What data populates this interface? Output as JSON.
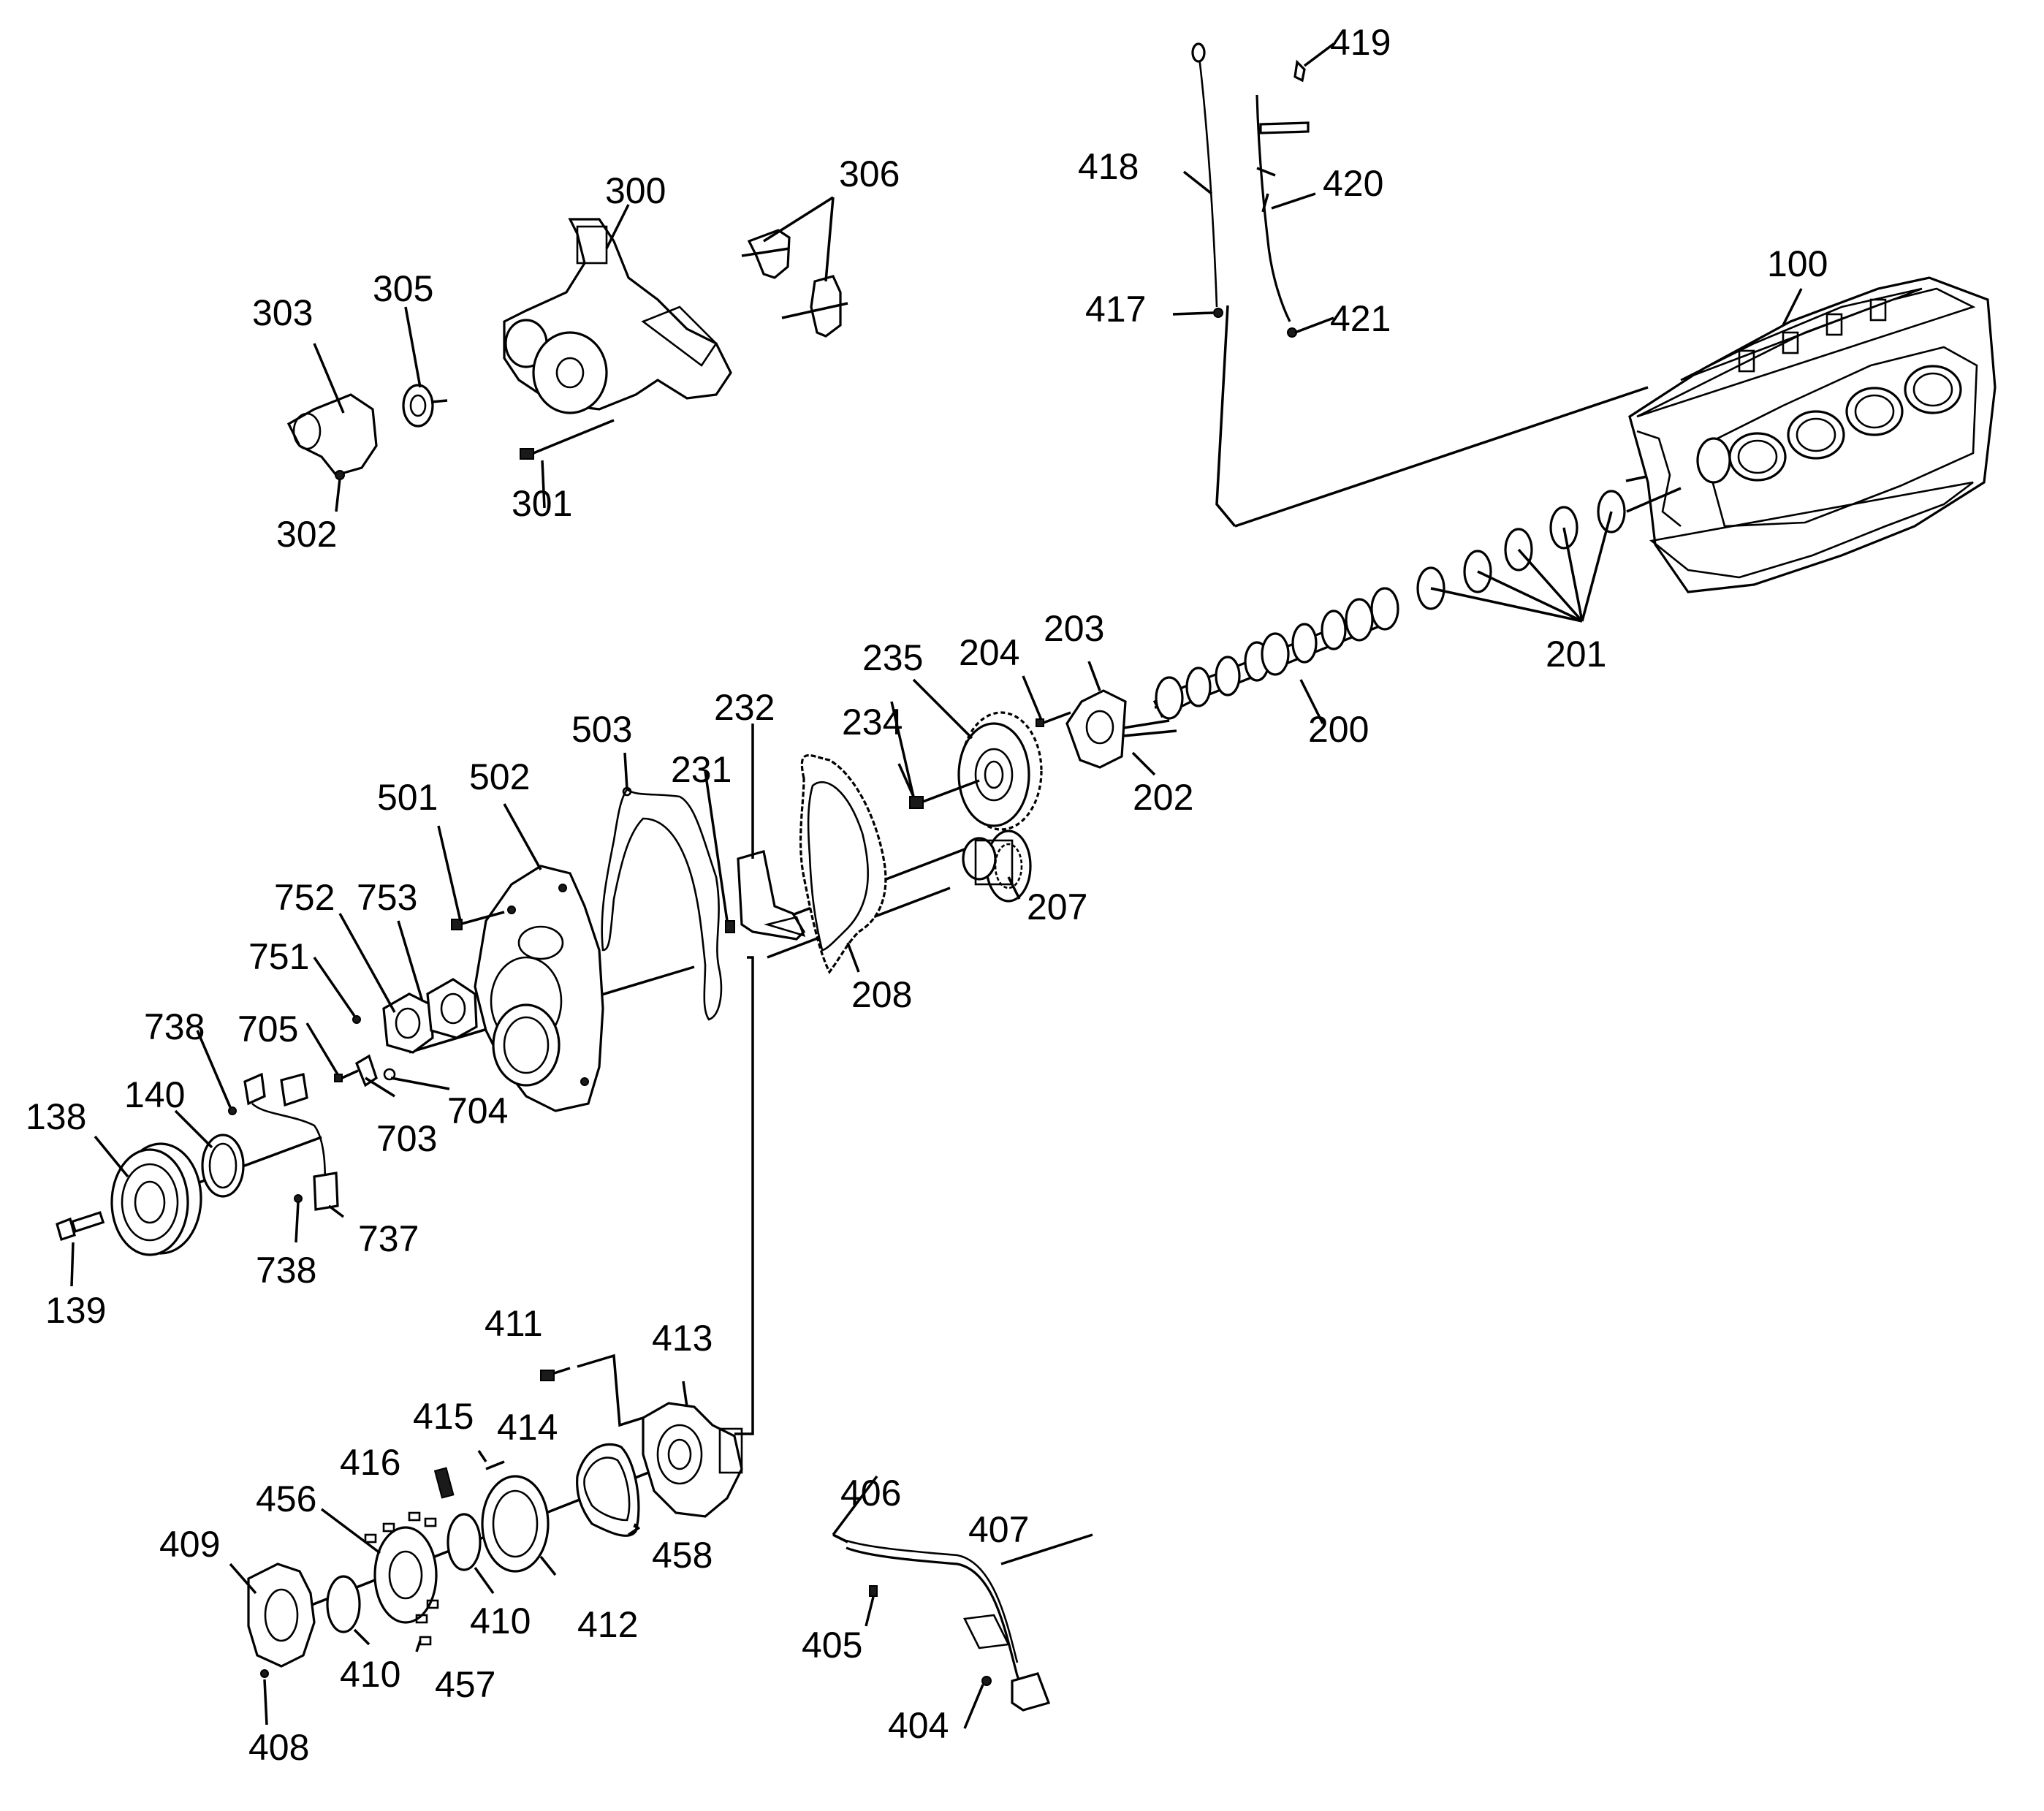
{
  "labels": {
    "l100": "100",
    "l138": "138",
    "l139": "139",
    "l140": "140",
    "l200": "200",
    "l201": "201",
    "l202": "202",
    "l203": "203",
    "l204": "204",
    "l207": "207",
    "l208": "208",
    "l231": "231",
    "l232": "232",
    "l234": "234",
    "l235": "235",
    "l300": "300",
    "l301": "301",
    "l302": "302",
    "l303": "303",
    "l305": "305",
    "l306": "306",
    "l404": "404",
    "l405": "405",
    "l406": "406",
    "l407": "407",
    "l408": "408",
    "l409": "409",
    "l410a": "410",
    "l410b": "410",
    "l411": "411",
    "l412": "412",
    "l413": "413",
    "l414": "414",
    "l415": "415",
    "l416": "416",
    "l417": "417",
    "l418": "418",
    "l419": "419",
    "l420": "420",
    "l421": "421",
    "l456": "456",
    "l457": "457",
    "l458": "458",
    "l501": "501",
    "l502": "502",
    "l503": "503",
    "l703": "703",
    "l704": "704",
    "l705": "705",
    "l737": "737",
    "l738a": "738",
    "l738b": "738",
    "l751": "751",
    "l752": "752",
    "l753": "753"
  }
}
